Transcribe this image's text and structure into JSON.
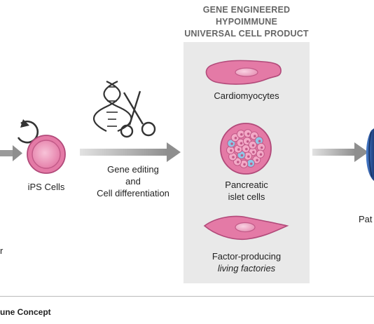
{
  "panel": {
    "title_lines": [
      "GENE ENGINEERED",
      "HYPOIMMUNE",
      "UNIVERSAL CELL PRODUCT"
    ]
  },
  "labels": {
    "ips_cells": "iPS Cells",
    "process_lines": [
      "Gene editing",
      "and",
      "Cell differentiation"
    ],
    "cardiomyocytes": "Cardiomyocytes",
    "islet_lines": [
      "Pancreatic",
      "islet cells"
    ],
    "factor_line1": "Factor-producing",
    "factor_line2": "living factories",
    "patient_fragment": "Pat",
    "left_fragment": "r"
  },
  "footer": {
    "title": "une Concept"
  },
  "colors": {
    "panel_bg": "#e9e9e9",
    "cell_pink": "#e87aa8",
    "cell_pink_light": "#f5b9d0",
    "arrow_gray": "#9a9a9a",
    "patient_blue": "#2a5aa8",
    "islet_blue": "#8fc6e6"
  },
  "icons": [
    "cycle-arrow-icon",
    "dna-helix-icon",
    "scissors-icon"
  ]
}
